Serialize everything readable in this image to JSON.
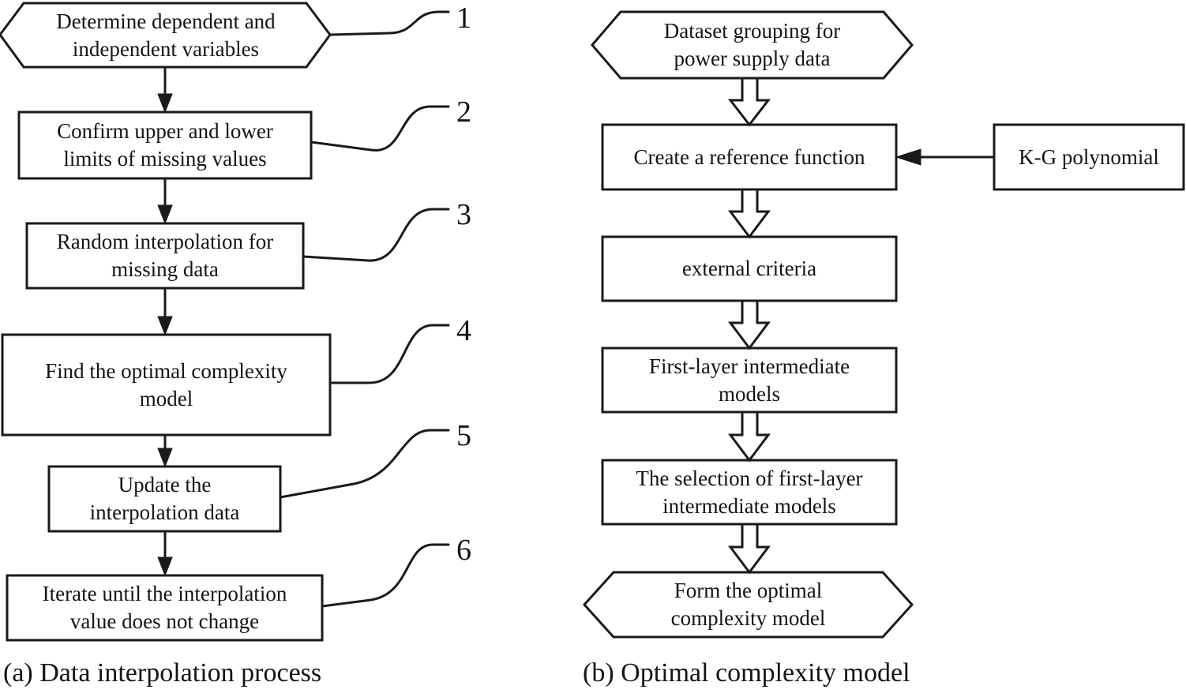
{
  "figure": {
    "panels": [
      {
        "id": "panel-a",
        "caption": "(a) Data interpolation process",
        "nodes": [
          {
            "id": "a1",
            "shape": "hexagon",
            "text": "Determine dependent and\nindependent variables",
            "callout": "1"
          },
          {
            "id": "a2",
            "shape": "rect",
            "text": "Confirm upper and lower\nlimits of missing values",
            "callout": "2"
          },
          {
            "id": "a3",
            "shape": "rect",
            "text": "Random interpolation for\nmissing data",
            "callout": "3"
          },
          {
            "id": "a4",
            "shape": "rect",
            "text": "Find the optimal complexity\nmodel",
            "callout": "4"
          },
          {
            "id": "a5",
            "shape": "rect",
            "text": "Update the\ninterpolation data",
            "callout": "5"
          },
          {
            "id": "a6",
            "shape": "rect",
            "text": "Iterate until the interpolation\nvalue does not change",
            "callout": "6"
          }
        ],
        "connectors": [
          {
            "from": "a1",
            "to": "a2",
            "style": "solid-arrow"
          },
          {
            "from": "a2",
            "to": "a3",
            "style": "solid-arrow"
          },
          {
            "from": "a3",
            "to": "a4",
            "style": "solid-arrow"
          },
          {
            "from": "a4",
            "to": "a5",
            "style": "solid-arrow"
          },
          {
            "from": "a5",
            "to": "a6",
            "style": "solid-arrow"
          }
        ]
      },
      {
        "id": "panel-b",
        "caption": "(b) Optimal complexity model",
        "nodes": [
          {
            "id": "b1",
            "shape": "hexagon",
            "text": "Dataset grouping for\npower supply data"
          },
          {
            "id": "b2",
            "shape": "rect",
            "text": "Create a reference function"
          },
          {
            "id": "b3",
            "shape": "rect",
            "text": "external criteria"
          },
          {
            "id": "b4",
            "shape": "rect",
            "text": "First-layer intermediate\nmodels"
          },
          {
            "id": "b5",
            "shape": "rect",
            "text": "The selection of first-layer\nintermediate models"
          },
          {
            "id": "b6",
            "shape": "hexagon",
            "text": "Form the optimal\ncomplexity model"
          },
          {
            "id": "b7",
            "shape": "rect",
            "text": "K-G polynomial"
          }
        ],
        "connectors": [
          {
            "from": "b1",
            "to": "b2",
            "style": "block-arrow"
          },
          {
            "from": "b2",
            "to": "b3",
            "style": "block-arrow"
          },
          {
            "from": "b3",
            "to": "b4",
            "style": "block-arrow"
          },
          {
            "from": "b4",
            "to": "b5",
            "style": "block-arrow"
          },
          {
            "from": "b5",
            "to": "b6",
            "style": "block-arrow"
          },
          {
            "from": "b7",
            "to": "b2",
            "style": "solid-arrow-left"
          }
        ]
      }
    ]
  },
  "colors": {
    "stroke": "#1a1a1a",
    "fill": "#ffffff",
    "text": "#141414"
  }
}
